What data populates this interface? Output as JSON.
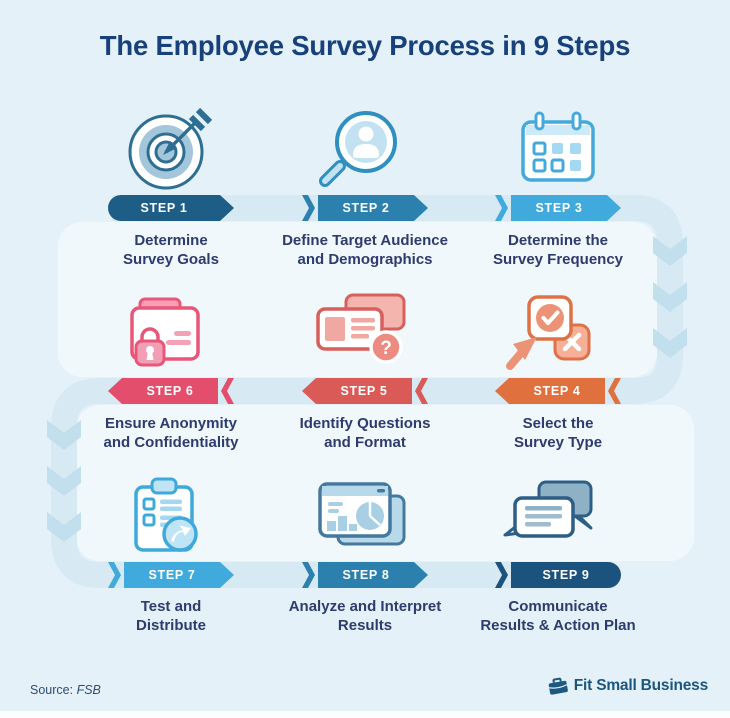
{
  "title": "The Employee Survey Process in 9 Steps",
  "steps": [
    {
      "num": "STEP 1",
      "line1": "Determine",
      "line2": "Survey Goals",
      "color": "#1e5e86",
      "icon": "target-icon"
    },
    {
      "num": "STEP 2",
      "line1": "Define Target Audience",
      "line2": "and Demographics",
      "color": "#2c80ad",
      "icon": "magnifier-audience-icon"
    },
    {
      "num": "STEP 3",
      "line1": "Determine the",
      "line2": "Survey Frequency",
      "color": "#41aadc",
      "icon": "calendar-icon"
    },
    {
      "num": "STEP 4",
      "line1": "Select the",
      "line2": "Survey Type",
      "color": "#e0713f",
      "icon": "survey-type-select-icon"
    },
    {
      "num": "STEP 5",
      "line1": "Identify Questions",
      "line2": "and Format",
      "color": "#da5a57",
      "icon": "question-cards-icon"
    },
    {
      "num": "STEP 6",
      "line1": "Ensure Anonymity",
      "line2": "and Confidentiality",
      "color": "#e34e6d",
      "icon": "folder-lock-icon"
    },
    {
      "num": "STEP 7",
      "line1": "Test and",
      "line2": "Distribute",
      "color": "#41aadc",
      "icon": "clipboard-send-icon"
    },
    {
      "num": "STEP 8",
      "line1": "Analyze and Interpret",
      "line2": "Results",
      "color": "#2c80ad",
      "icon": "analytics-dashboard-icon"
    },
    {
      "num": "STEP 9",
      "line1": "Communicate",
      "line2": "Results & Action Plan",
      "color": "#1b527e",
      "icon": "chat-bubbles-icon"
    }
  ],
  "footer": {
    "source_label": "Source:",
    "source_name": "FSB",
    "brand_name": "Fit Small Business"
  },
  "colors": {
    "page_bg": "#e4f1f8",
    "flow_band": "#d7eaf4",
    "flow_chevron": "#c2dfee",
    "inner_card": "#f0f8fc",
    "title_text": "#18417c",
    "step_text": "#2e3b6e",
    "brand_text": "#1c567f"
  }
}
